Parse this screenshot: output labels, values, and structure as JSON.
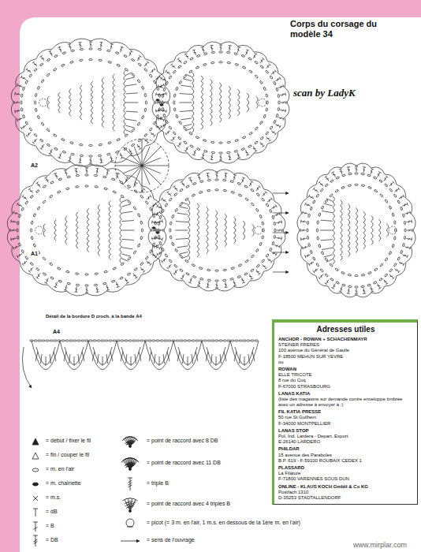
{
  "diagram": {
    "title": "Corps du corsage du modèle 34",
    "nodes": [
      {
        "text": [
          "Adresses utiles",
          "ANCHOR - ROWAN + SCHACHENMAYR",
          "STEINER FRERES",
          "100 avenue du Général de Gaulle",
          "F-18500 MEHUN SUR YEVRE",
          "ou",
          "ROWAN",
          "ELLE TRICOTE",
          "8 rue du Coq",
          "F-67000 STRASBOURG",
          "LANAS KATIA",
          "(liste des magasins sur demande contre enveloppe timbrée avec un adresse à envoyer à :)",
          "FIL KATIA PRESSE",
          "50 rue St Guilhem",
          "F-34000 MONTPELLIER",
          "LANAS STOP",
          "Pol. Ind. Lardera - Depart. Export",
          "E-26140 LARDERO",
          "PHILDAR",
          "15 avenue des Paraboles",
          "B.P. 619 - F-59100 ROUBAIX CEDEX 1",
          "PLASSARD",
          "La Filature",
          "F-71800 VARENNES SOUS DUN",
          "ONLINE - KLAUS KOCH GmbH & Co KG",
          "Postfach 1310",
          "D-35253 STADTALLENDORF"
        ]
      }
    ],
    "labels": [
      "scan by LadyK",
      "A2",
      "A1",
      "Détail de la bordure D croch. à la bande A4",
      "A4",
      "www.mirplar.com"
    ],
    "legend": [
      {
        "text": "= début / fixer le fil"
      },
      {
        "text": "= fin / couper le fil"
      },
      {
        "text": "= m. en l'air"
      },
      {
        "text": "= m. chaînette"
      },
      {
        "text": "= m.s."
      },
      {
        "text": "= dB"
      },
      {
        "text": "= B"
      },
      {
        "text": "= DB"
      },
      {
        "text": "= point de raccord avec 8 DB"
      },
      {
        "text": "= point de raccord avec 11 DB"
      },
      {
        "text": "= triple B"
      },
      {
        "text": "= point de raccord avec 4 triples B"
      },
      {
        "text": "= picot (= 3 m. en l'air, 1 m.s. en dessous de la 1ère m. en l'air)"
      },
      {
        "text": "= sens de l'ouvrage"
      }
    ]
  }
}
